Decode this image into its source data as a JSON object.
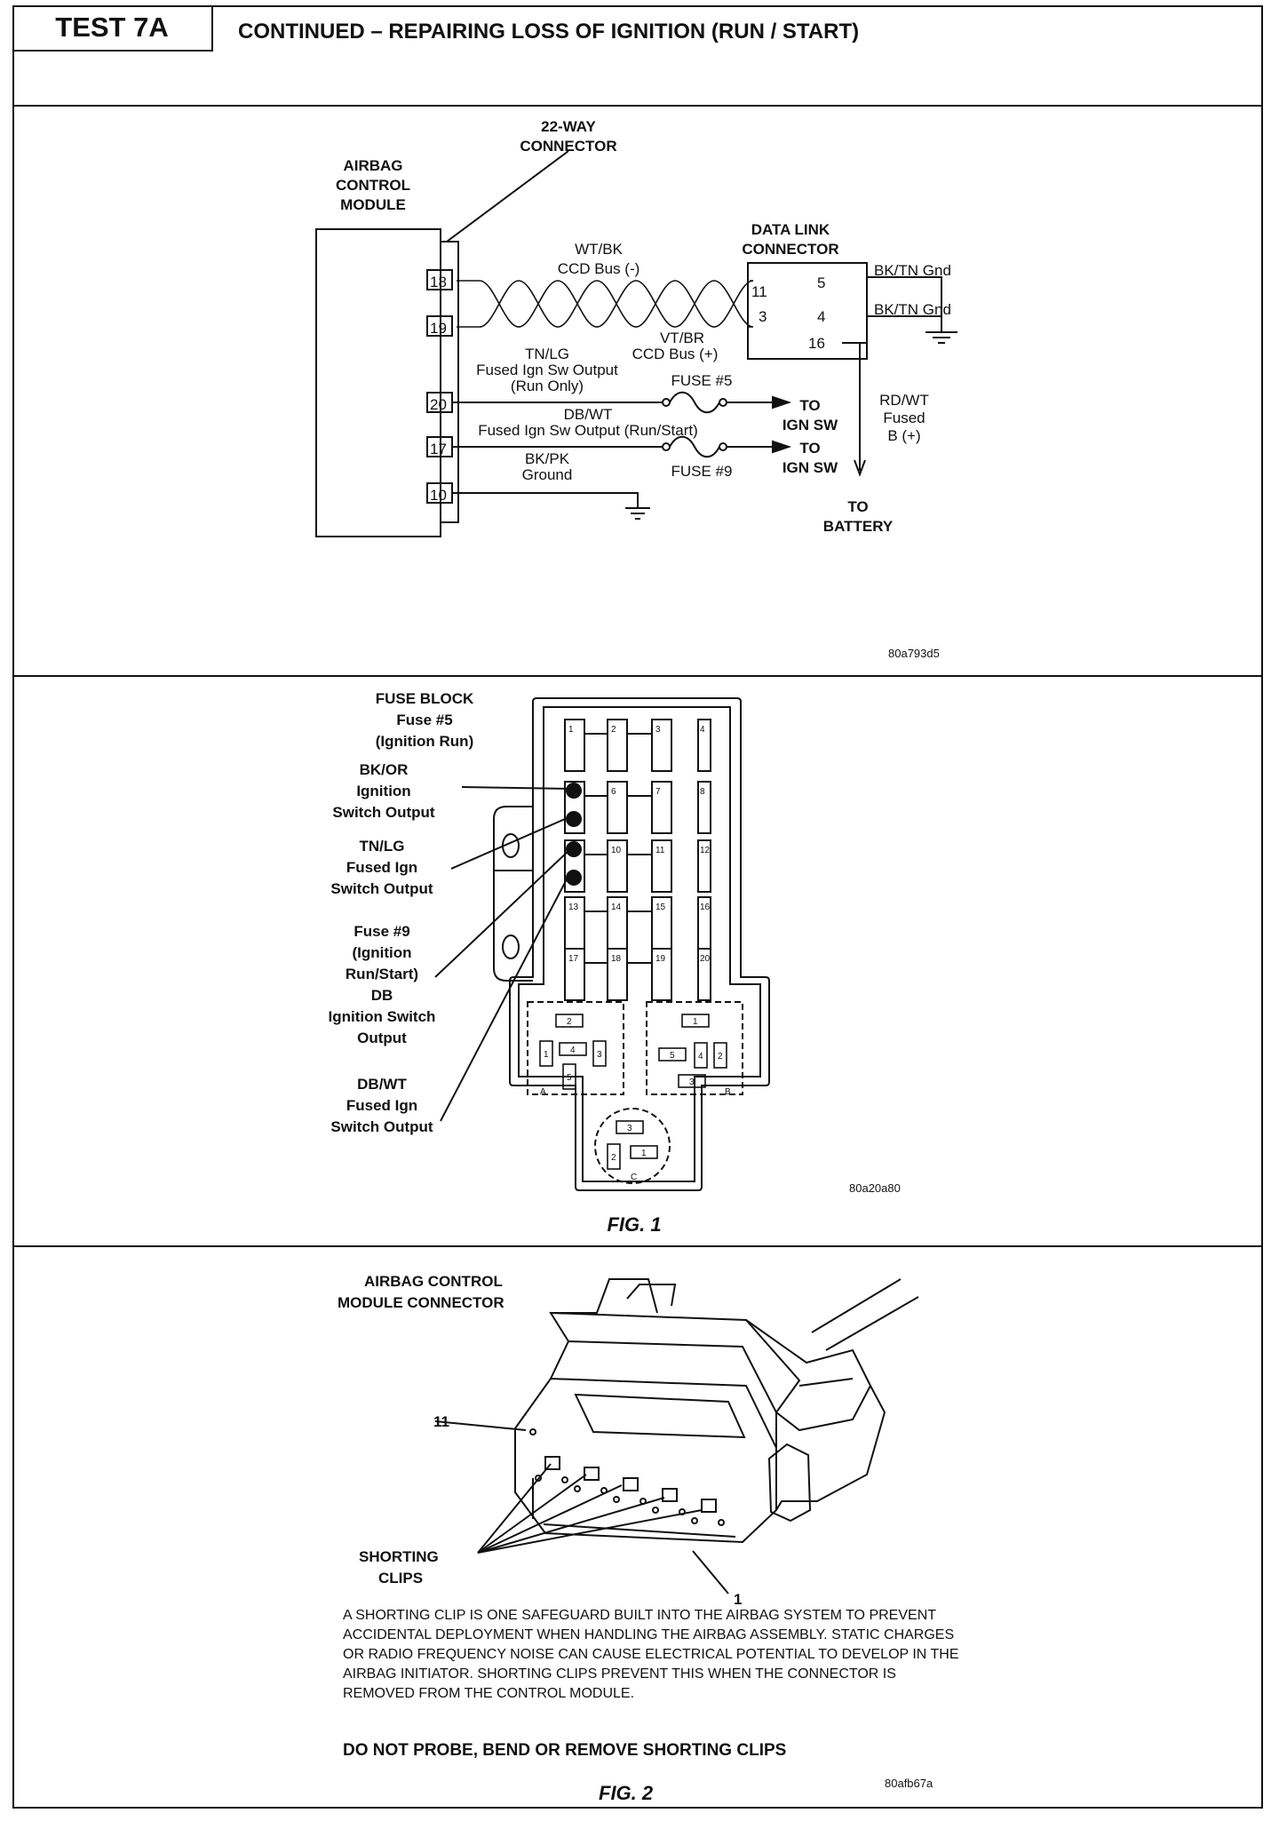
{
  "header": {
    "test_label": "TEST 7A",
    "title": "CONTINUED – REPAIRING LOSS OF IGNITION (RUN / START)"
  },
  "wiring": {
    "connector_22": [
      "22-WAY",
      "CONNECTOR"
    ],
    "acm": [
      "AIRBAG",
      "CONTROL",
      "MODULE"
    ],
    "dlc": [
      "DATA LINK",
      "CONNECTOR"
    ],
    "pins_left": [
      "18",
      "19",
      "20",
      "17",
      "10"
    ],
    "dlc_pins": [
      "11",
      "3",
      "5",
      "4",
      "16"
    ],
    "wt_bk": [
      "WT/BK",
      "CCD Bus (-)"
    ],
    "vt_br": [
      "VT/BR",
      "CCD Bus (+)"
    ],
    "bktn_gnd": "BK/TN Gnd",
    "tn_lg": [
      "TN/LG",
      "Fused Ign Sw Output",
      "(Run Only)"
    ],
    "fuse5": "FUSE #5",
    "db_wt": [
      "DB/WT",
      "Fused Ign Sw Output (Run/Start)"
    ],
    "to_ign": [
      "TO",
      "IGN SW"
    ],
    "bk_pk": [
      "BK/PK",
      "Ground"
    ],
    "fuse9": "FUSE #9",
    "rd_wt": [
      "RD/WT",
      "Fused",
      "B (+)"
    ],
    "to_battery": [
      "TO",
      "BATTERY"
    ],
    "code": "80a793d5"
  },
  "fuse_block": {
    "title": [
      "FUSE BLOCK",
      "Fuse #5",
      "(Ignition Run)"
    ],
    "bk_or": [
      "BK/OR",
      "Ignition",
      "Switch Output"
    ],
    "tn_lg": [
      "TN/LG",
      "Fused Ign",
      "Switch Output"
    ],
    "fuse9": [
      "Fuse #9",
      "(Ignition",
      "Run/Start)",
      "DB",
      "Ignition Switch",
      "Output"
    ],
    "db_wt": [
      "DB/WT",
      "Fused Ign",
      "Switch Output"
    ],
    "fuse_numbers": [
      "1",
      "2",
      "3",
      "4",
      "6",
      "7",
      "8",
      "10",
      "11",
      "12",
      "13",
      "14",
      "15",
      "16",
      "17",
      "18",
      "19",
      "20"
    ],
    "relay_a": [
      "2",
      "1",
      "4",
      "3",
      "5",
      "A"
    ],
    "relay_b": [
      "1",
      "5",
      "4",
      "2",
      "3",
      "B"
    ],
    "relay_c": [
      "3",
      "2",
      "1",
      "C"
    ],
    "code": "80a20a80",
    "fig": "FIG. 1"
  },
  "connector": {
    "title": [
      "AIRBAG CONTROL",
      "MODULE CONNECTOR"
    ],
    "pin11": "11",
    "pin1": "1",
    "clips": [
      "SHORTING",
      "CLIPS"
    ],
    "note": "A SHORTING CLIP IS ONE SAFEGUARD BUILT INTO THE AIRBAG SYSTEM TO PREVENT ACCIDENTAL DEPLOYMENT WHEN HANDLING THE AIRBAG ASSEMBLY. STATIC CHARGES OR RADIO FREQUENCY NOISE CAN CAUSE ELECTRICAL POTENTIAL TO DEVELOP IN THE AIRBAG INITIATOR. SHORTING CLIPS PREVENT THIS WHEN THE CONNECTOR IS REMOVED FROM THE CONTROL MODULE.",
    "warning": "DO NOT PROBE, BEND OR REMOVE SHORTING CLIPS",
    "code": "80afb67a",
    "fig": "FIG. 2"
  }
}
